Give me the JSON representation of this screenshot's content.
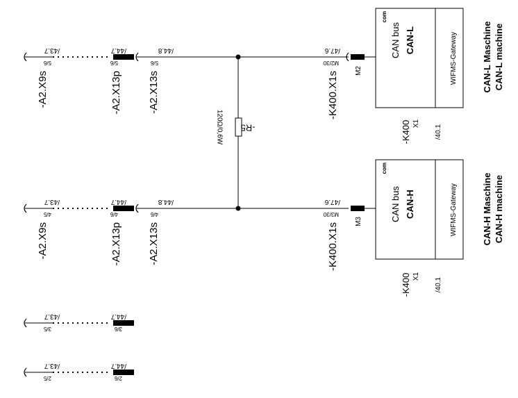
{
  "connectors": {
    "a2x9s": "-A2.X9s",
    "a2x13p": "-A2.X13p",
    "a2x13s": "-A2.X13s",
    "k400x1s": "-K400.X1s"
  },
  "cross_refs": {
    "r437": "/43.7",
    "r447": "/44.7",
    "r448": "/44.8",
    "r476": "/47.6",
    "r401": "/40.1"
  },
  "pins": {
    "p56": "5/6",
    "p45": "4/5",
    "p46": "4/6",
    "p35": "3/5",
    "p36": "3/6",
    "p25": "2/5",
    "p26": "2/6",
    "m230": "M2/30",
    "m330": "M3/30",
    "m2": "M2",
    "m3": "M3",
    "x1": "X1"
  },
  "resistor": {
    "name": "-R5",
    "value": "120Ω/0,6W"
  },
  "device": {
    "name": "-K400",
    "com": "com",
    "canbus": "CAN bus",
    "can_l": "CAN-L",
    "can_h": "CAN-H",
    "gateway": "WIFMS-Gateway"
  },
  "side_labels": {
    "can_l_de": "CAN-L Maschine",
    "can_l_en": "CAN-L machine",
    "can_h_de": "CAN-H Maschine",
    "can_h_en": "CAN-H machine"
  }
}
